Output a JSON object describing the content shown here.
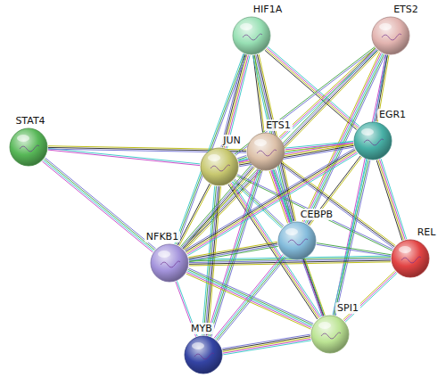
{
  "diagram": {
    "nodes": [
      {
        "text": [
          "HIF1A"
        ]
      },
      {
        "text": [
          "ETS2"
        ]
      },
      {
        "text": [
          "STAT4"
        ]
      },
      {
        "text": [
          "ETS1"
        ]
      },
      {
        "text": [
          "JUN"
        ]
      },
      {
        "text": [
          "EGR1"
        ]
      },
      {
        "text": [
          "CEBPB"
        ]
      },
      {
        "text": [
          "REL"
        ]
      },
      {
        "text": [
          "NFKB1"
        ]
      },
      {
        "text": [
          "SPI1"
        ]
      },
      {
        "text": [
          "MYB"
        ]
      }
    ],
    "edges": [
      {
        "from": 2,
        "to": 4,
        "arrow": "none"
      },
      {
        "from": 2,
        "to": 3,
        "arrow": "none"
      },
      {
        "from": 2,
        "to": 8,
        "arrow": "none"
      },
      {
        "from": 0,
        "to": 4,
        "arrow": "none"
      },
      {
        "from": 0,
        "to": 3,
        "arrow": "none"
      },
      {
        "from": 0,
        "to": 8,
        "arrow": "none"
      },
      {
        "from": 0,
        "to": 5,
        "arrow": "none"
      },
      {
        "from": 0,
        "to": 6,
        "arrow": "none"
      },
      {
        "from": 1,
        "to": 4,
        "arrow": "none"
      },
      {
        "from": 1,
        "to": 3,
        "arrow": "none"
      },
      {
        "from": 1,
        "to": 8,
        "arrow": "none"
      },
      {
        "from": 1,
        "to": 6,
        "arrow": "none"
      },
      {
        "from": 1,
        "to": 9,
        "arrow": "none"
      },
      {
        "from": 1,
        "to": 5,
        "arrow": "none"
      },
      {
        "from": 4,
        "to": 3,
        "arrow": "none"
      },
      {
        "from": 4,
        "to": 5,
        "arrow": "none"
      },
      {
        "from": 4,
        "to": 8,
        "arrow": "none"
      },
      {
        "from": 4,
        "to": 6,
        "arrow": "none"
      },
      {
        "from": 4,
        "to": 9,
        "arrow": "none"
      },
      {
        "from": 4,
        "to": 10,
        "arrow": "none"
      },
      {
        "from": 4,
        "to": 7,
        "arrow": "none"
      },
      {
        "from": 3,
        "to": 5,
        "arrow": "none"
      },
      {
        "from": 3,
        "to": 8,
        "arrow": "none"
      },
      {
        "from": 3,
        "to": 6,
        "arrow": "none"
      },
      {
        "from": 3,
        "to": 9,
        "arrow": "none"
      },
      {
        "from": 3,
        "to": 7,
        "arrow": "none"
      },
      {
        "from": 3,
        "to": 10,
        "arrow": "none"
      },
      {
        "from": 5,
        "to": 8,
        "arrow": "none"
      },
      {
        "from": 5,
        "to": 6,
        "arrow": "none"
      },
      {
        "from": 5,
        "to": 9,
        "arrow": "none"
      },
      {
        "from": 5,
        "to": 7,
        "arrow": "none"
      },
      {
        "from": 7,
        "to": 8,
        "arrow": "none"
      },
      {
        "from": 7,
        "to": 6,
        "arrow": "none"
      },
      {
        "from": 7,
        "to": 9,
        "arrow": "none"
      },
      {
        "from": 8,
        "to": 6,
        "arrow": "none"
      },
      {
        "from": 8,
        "to": 9,
        "arrow": "none"
      },
      {
        "from": 8,
        "to": 10,
        "arrow": "none"
      },
      {
        "from": 6,
        "to": 9,
        "arrow": "none"
      },
      {
        "from": 6,
        "to": 10,
        "arrow": "none"
      },
      {
        "from": 9,
        "to": 10,
        "arrow": "none"
      }
    ]
  }
}
